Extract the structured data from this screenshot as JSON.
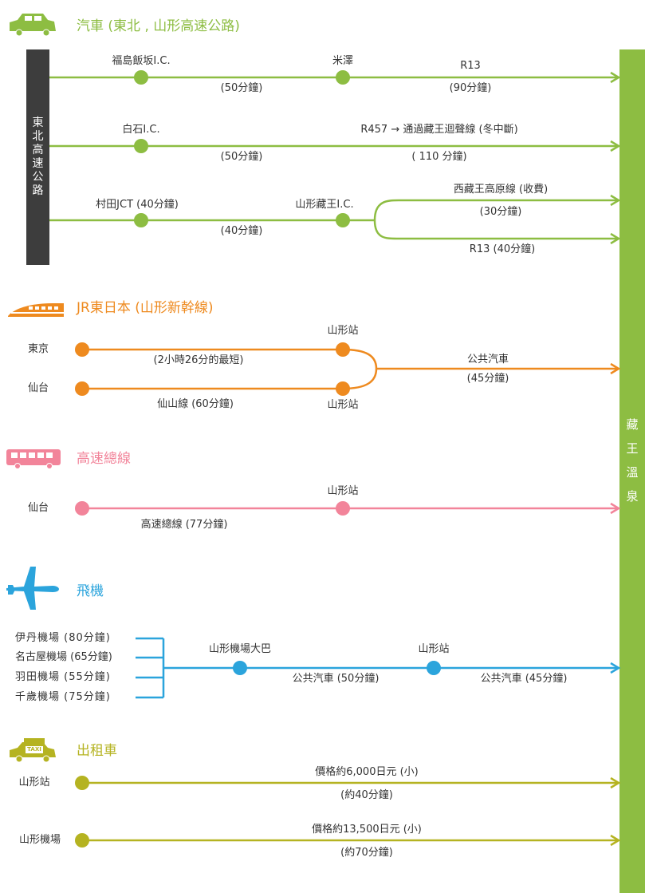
{
  "colors": {
    "car": "#8dbd42",
    "train": "#ee8a1f",
    "bus": "#f2849a",
    "plane": "#2ba4dc",
    "taxi": "#b5b321",
    "highway_bar": "#3d3d3d",
    "destination_bar": "#8dbd42"
  },
  "destination": {
    "label": "藏王溫泉",
    "chars": [
      "藏",
      "王",
      "溫",
      "泉"
    ]
  },
  "car": {
    "icon": "car-icon",
    "title": "汽車 (東北 , 山形高速公路)",
    "highway_label_chars": [
      "東",
      "北",
      "高",
      "速",
      "公",
      "路"
    ],
    "row1": {
      "stop1": "福島飯坂I.C.",
      "time1": "(50分鐘)",
      "stop2": "米澤",
      "road": "R13",
      "time2": "(90分鐘)"
    },
    "row2": {
      "stop1": "白石I.C.",
      "time1": "(50分鐘)",
      "road": "R457 → 通過藏王迴聲線 (冬中斷)",
      "time2": "( 110 分鐘)"
    },
    "row3": {
      "stop1": "村田JCT (40分鐘)",
      "time1": "(40分鐘)",
      "stop2": "山形藏王I.C.",
      "road_top": "西藏王高原線 (收費)",
      "time_top": "(30分鐘)",
      "road_bottom": "R13 (40分鐘)"
    }
  },
  "train": {
    "icon": "shinkansen-icon",
    "title": "JR東日本 (山形新幹線)",
    "origin1": "東京",
    "origin1_time": "(2小時26分的最短)",
    "station1": "山形站",
    "origin2": "仙台",
    "origin2_time": "仙山線 (60分鐘)",
    "station2": "山形站",
    "transfer": "公共汽車",
    "transfer_time": "(45分鐘)"
  },
  "bus": {
    "icon": "bus-icon",
    "title": "高速總線",
    "origin": "仙台",
    "origin_time": "高速總線 (77分鐘)",
    "station": "山形站"
  },
  "plane": {
    "icon": "airplane-icon",
    "title": "飛機",
    "airports": [
      "伊丹機場 (80分鐘)",
      "名古屋機場 (65分鐘)",
      "羽田機場 (55分鐘)",
      "千歲機場 (75分鐘)"
    ],
    "stop1": "山形機場大巴",
    "time1": "公共汽車 (50分鐘)",
    "stop2": "山形站",
    "time2": "公共汽車 (45分鐘)"
  },
  "taxi": {
    "icon": "taxi-icon",
    "badge": "TAXI",
    "title": "出租車",
    "row1": {
      "origin": "山形站",
      "price": "價格約6,000日元 (小)",
      "time": "(約40分鐘)"
    },
    "row2": {
      "origin": "山形機場",
      "price": "價格約13,500日元 (小)",
      "time": "(約70分鐘)"
    }
  }
}
